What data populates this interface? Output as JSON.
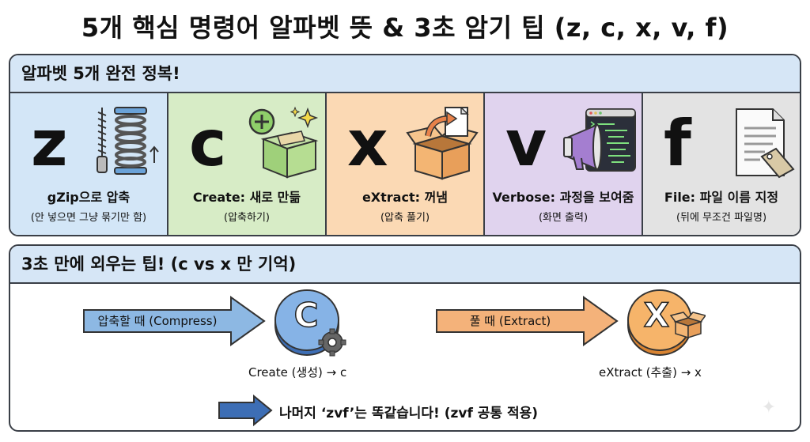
{
  "title": "5개 핵심 명령어 알파벳 뜻 & 3초 암기 팁 (z, c, x, v, f)",
  "section1": {
    "header": "알파벳 5개 완전 정복!",
    "columns": [
      {
        "letter": "z",
        "title": "gZip으로 압축",
        "sub": "(안 넣으면 그냥 묶기만 함)",
        "icon": "spring-zipper-icon",
        "color": "#d3e6f7"
      },
      {
        "letter": "c",
        "title": "Create: 새로 만듦",
        "sub": "(압축하기)",
        "icon": "box-plus-icon",
        "color": "#d7ecc6"
      },
      {
        "letter": "x",
        "title": "eXtract: 꺼냄",
        "sub": "(압축 풀기)",
        "icon": "open-box-file-icon",
        "color": "#fbd9b4"
      },
      {
        "letter": "v",
        "title": "Verbose: 과정을 보여줌",
        "sub": "(화면 출력)",
        "icon": "megaphone-terminal-icon",
        "color": "#e0d3ee"
      },
      {
        "letter": "f",
        "title": "File: 파일 이름 지정",
        "sub": "(뒤에 무조건 파일명)",
        "icon": "document-tag-icon",
        "color": "#e3e3e3"
      }
    ]
  },
  "section2": {
    "header": "3초 만에 외우는 팁! (c vs x 만 기억)",
    "compress_arrow": "압축할 때 (Compress)",
    "compress_coin": "C",
    "compress_caption": "Create (생성) → c",
    "extract_arrow": "풀 때 (Extract)",
    "extract_coin": "X",
    "extract_caption": "eXtract (추출) → x",
    "note": "나머지 ‘zvf’는 똑같습니다! (zvf 공통 적용)"
  }
}
